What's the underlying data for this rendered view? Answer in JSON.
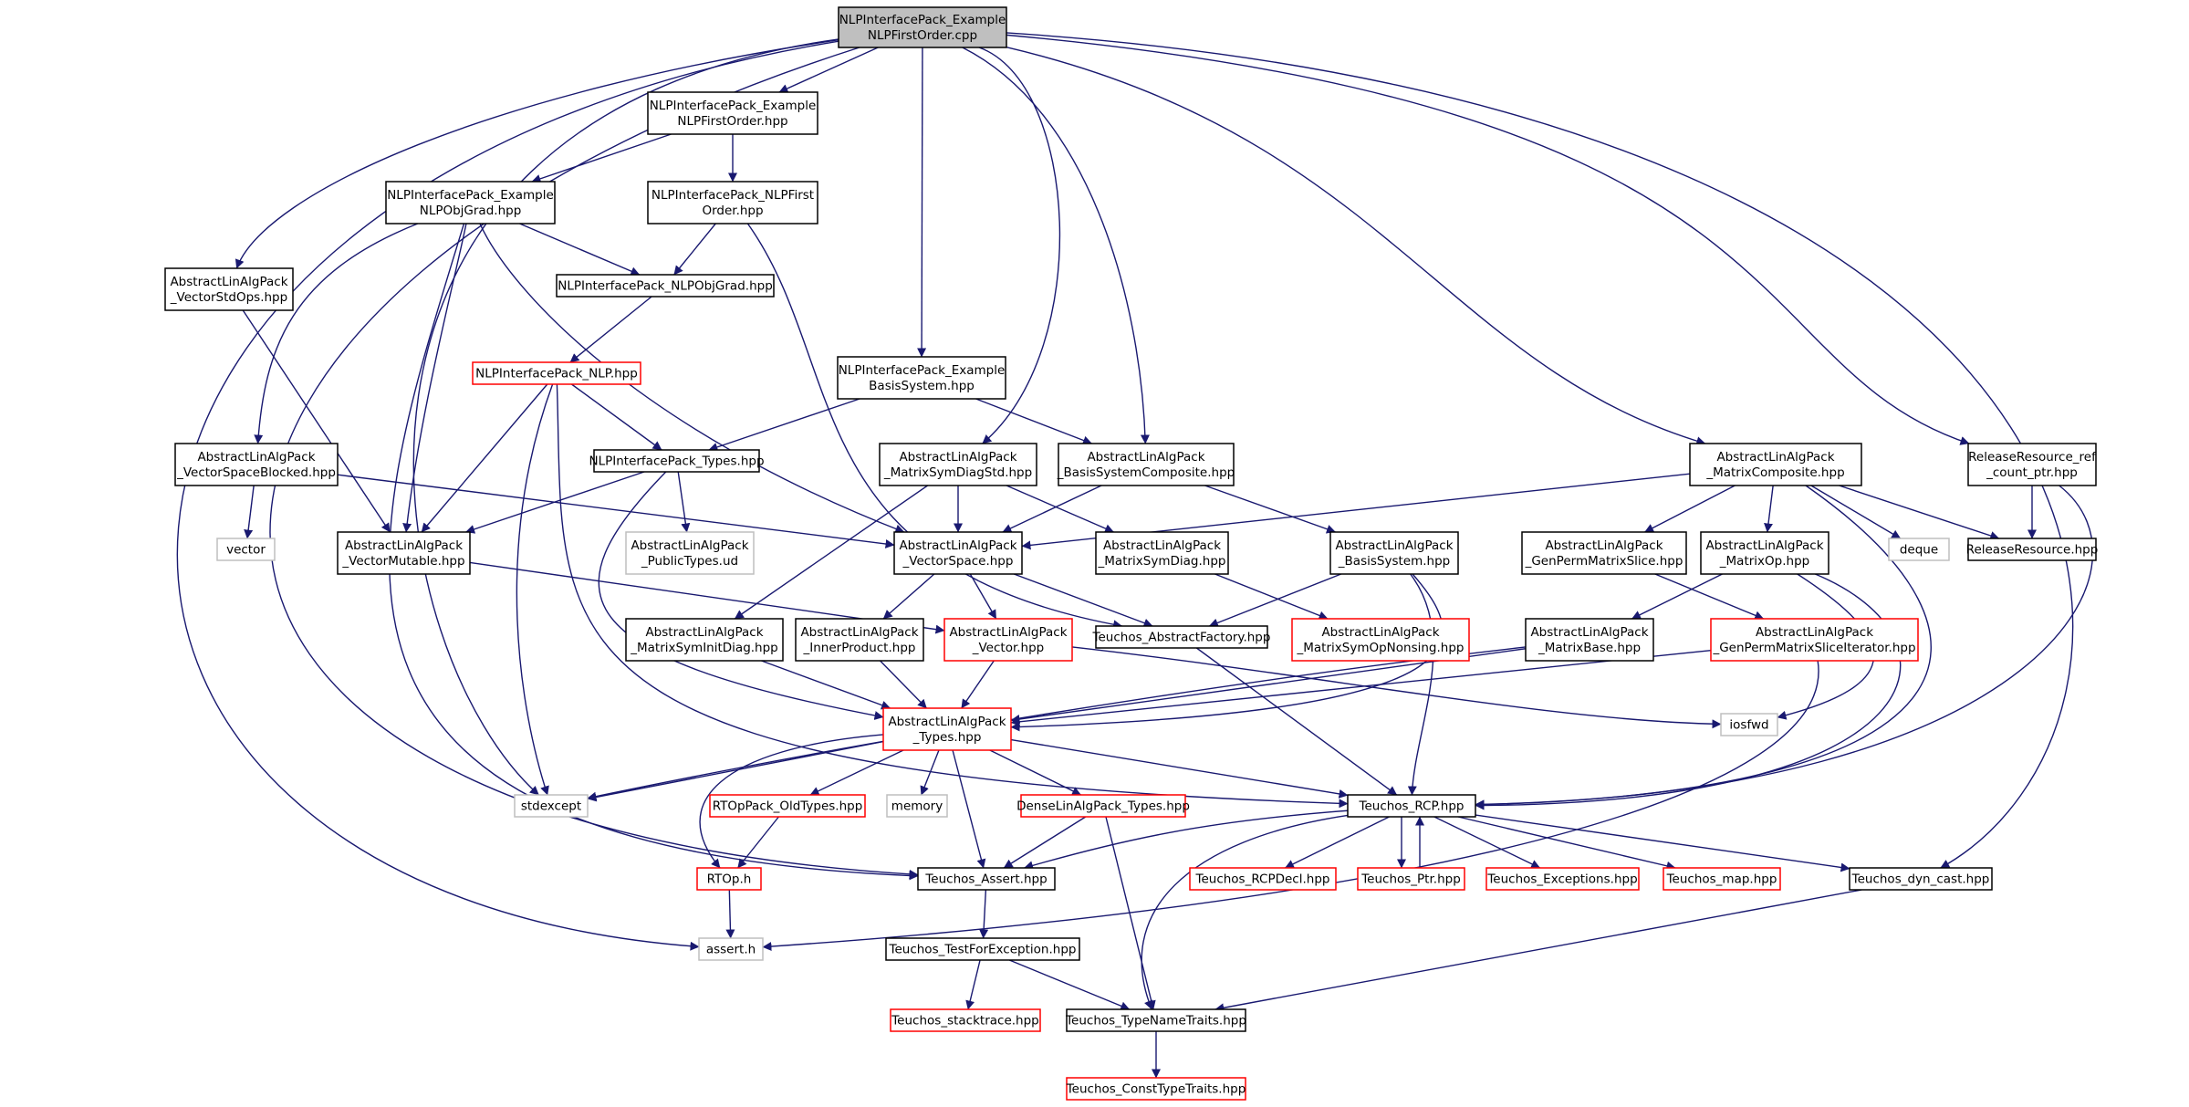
{
  "colors": {
    "edge": "#191970",
    "root_fill": "#bfbfbf",
    "border_default": "#000000",
    "border_red": "#ff0000",
    "border_gray": "#bfbfbf",
    "fill": "#ffffff"
  },
  "nodes": [
    {
      "id": "root",
      "lines": [
        "NLPInterfacePack_Example",
        "NLPFirstOrder.cpp"
      ],
      "kind": "root"
    },
    {
      "id": "exFirstHpp",
      "lines": [
        "NLPInterfacePack_Example",
        "NLPFirstOrder.hpp"
      ],
      "kind": "normal"
    },
    {
      "id": "exObjGrad",
      "lines": [
        "NLPInterfacePack_Example",
        "NLPObjGrad.hpp"
      ],
      "kind": "normal"
    },
    {
      "id": "nlpFirstOrder",
      "lines": [
        "NLPInterfacePack_NLPFirst",
        "Order.hpp"
      ],
      "kind": "normal"
    },
    {
      "id": "nlpObjGrad",
      "lines": [
        "NLPInterfacePack_NLPObjGrad.hpp"
      ],
      "kind": "normal"
    },
    {
      "id": "vecStdOps",
      "lines": [
        "AbstractLinAlgPack",
        "_VectorStdOps.hpp"
      ],
      "kind": "normal"
    },
    {
      "id": "nlpHpp",
      "lines": [
        "NLPInterfacePack_NLP.hpp"
      ],
      "kind": "red"
    },
    {
      "id": "exBasis",
      "lines": [
        "NLPInterfacePack_Example",
        "BasisSystem.hpp"
      ],
      "kind": "normal"
    },
    {
      "id": "vsBlocked",
      "lines": [
        "AbstractLinAlgPack",
        "_VectorSpaceBlocked.hpp"
      ],
      "kind": "normal"
    },
    {
      "id": "nlpTypes",
      "lines": [
        "NLPInterfacePack_Types.hpp"
      ],
      "kind": "normal"
    },
    {
      "id": "msdStd",
      "lines": [
        "AbstractLinAlgPack",
        "_MatrixSymDiagStd.hpp"
      ],
      "kind": "normal"
    },
    {
      "id": "bsComposite",
      "lines": [
        "AbstractLinAlgPack",
        "_BasisSystemComposite.hpp"
      ],
      "kind": "normal"
    },
    {
      "id": "matComposite",
      "lines": [
        "AbstractLinAlgPack",
        "_MatrixComposite.hpp"
      ],
      "kind": "normal"
    },
    {
      "id": "relRefCount",
      "lines": [
        "ReleaseResource_ref",
        "_count_ptr.hpp"
      ],
      "kind": "normal"
    },
    {
      "id": "vector",
      "lines": [
        "vector"
      ],
      "kind": "gray"
    },
    {
      "id": "vecMutable",
      "lines": [
        "AbstractLinAlgPack",
        "_VectorMutable.hpp"
      ],
      "kind": "normal"
    },
    {
      "id": "publicTypes",
      "lines": [
        "AbstractLinAlgPack",
        "_PublicTypes.ud"
      ],
      "kind": "gray"
    },
    {
      "id": "vecSpace",
      "lines": [
        "AbstractLinAlgPack",
        "_VectorSpace.hpp"
      ],
      "kind": "normal"
    },
    {
      "id": "msDiag",
      "lines": [
        "AbstractLinAlgPack",
        "_MatrixSymDiag.hpp"
      ],
      "kind": "normal"
    },
    {
      "id": "basisSys",
      "lines": [
        "AbstractLinAlgPack",
        "_BasisSystem.hpp"
      ],
      "kind": "normal"
    },
    {
      "id": "gpmSlice",
      "lines": [
        "AbstractLinAlgPack",
        "_GenPermMatrixSlice.hpp"
      ],
      "kind": "normal"
    },
    {
      "id": "matOp",
      "lines": [
        "AbstractLinAlgPack",
        "_MatrixOp.hpp"
      ],
      "kind": "normal"
    },
    {
      "id": "deque",
      "lines": [
        "deque"
      ],
      "kind": "gray"
    },
    {
      "id": "relResource",
      "lines": [
        "ReleaseResource.hpp"
      ],
      "kind": "normal"
    },
    {
      "id": "msInitDiag",
      "lines": [
        "AbstractLinAlgPack",
        "_MatrixSymInitDiag.hpp"
      ],
      "kind": "normal"
    },
    {
      "id": "innerProd",
      "lines": [
        "AbstractLinAlgPack",
        "_InnerProduct.hpp"
      ],
      "kind": "normal"
    },
    {
      "id": "vecHpp",
      "lines": [
        "AbstractLinAlgPack",
        "_Vector.hpp"
      ],
      "kind": "red"
    },
    {
      "id": "absFactory",
      "lines": [
        "Teuchos_AbstractFactory.hpp"
      ],
      "kind": "normal"
    },
    {
      "id": "msOpNonsing",
      "lines": [
        "AbstractLinAlgPack",
        "_MatrixSymOpNonsing.hpp"
      ],
      "kind": "red"
    },
    {
      "id": "matBase",
      "lines": [
        "AbstractLinAlgPack",
        "_MatrixBase.hpp"
      ],
      "kind": "normal"
    },
    {
      "id": "gpmSliceIter",
      "lines": [
        "AbstractLinAlgPack",
        "_GenPermMatrixSliceIterator.hpp"
      ],
      "kind": "red"
    },
    {
      "id": "alaTypes",
      "lines": [
        "AbstractLinAlgPack",
        "_Types.hpp"
      ],
      "kind": "red"
    },
    {
      "id": "iosfwd",
      "lines": [
        "iosfwd"
      ],
      "kind": "gray"
    },
    {
      "id": "stdexcept",
      "lines": [
        "stdexcept"
      ],
      "kind": "gray"
    },
    {
      "id": "rtOldTypes",
      "lines": [
        "RTOpPack_OldTypes.hpp"
      ],
      "kind": "red"
    },
    {
      "id": "memory",
      "lines": [
        "memory"
      ],
      "kind": "gray"
    },
    {
      "id": "dlaTypes",
      "lines": [
        "DenseLinAlgPack_Types.hpp"
      ],
      "kind": "red"
    },
    {
      "id": "rcp",
      "lines": [
        "Teuchos_RCP.hpp"
      ],
      "kind": "normal"
    },
    {
      "id": "rtop",
      "lines": [
        "RTOp.h"
      ],
      "kind": "red"
    },
    {
      "id": "assertHpp",
      "lines": [
        "Teuchos_Assert.hpp"
      ],
      "kind": "normal"
    },
    {
      "id": "rcpDecl",
      "lines": [
        "Teuchos_RCPDecl.hpp"
      ],
      "kind": "red"
    },
    {
      "id": "ptr",
      "lines": [
        "Teuchos_Ptr.hpp"
      ],
      "kind": "red"
    },
    {
      "id": "exceptions",
      "lines": [
        "Teuchos_Exceptions.hpp"
      ],
      "kind": "red"
    },
    {
      "id": "map",
      "lines": [
        "Teuchos_map.hpp"
      ],
      "kind": "red"
    },
    {
      "id": "dynCast",
      "lines": [
        "Teuchos_dyn_cast.hpp"
      ],
      "kind": "normal"
    },
    {
      "id": "assertH",
      "lines": [
        "assert.h"
      ],
      "kind": "gray"
    },
    {
      "id": "testForExc",
      "lines": [
        "Teuchos_TestForException.hpp"
      ],
      "kind": "normal"
    },
    {
      "id": "stacktrace",
      "lines": [
        "Teuchos_stacktrace.hpp"
      ],
      "kind": "red"
    },
    {
      "id": "typeNameTraits",
      "lines": [
        "Teuchos_TypeNameTraits.hpp"
      ],
      "kind": "normal"
    },
    {
      "id": "constTypeTraits",
      "lines": [
        "Teuchos_ConstTypeTraits.hpp"
      ],
      "kind": "red"
    }
  ],
  "edges": [
    [
      "root",
      "exFirstHpp"
    ],
    [
      "root",
      "vecStdOps"
    ],
    [
      "root",
      "exBasis"
    ],
    [
      "root",
      "bsComposite"
    ],
    [
      "root",
      "msdStd"
    ],
    [
      "root",
      "matComposite"
    ],
    [
      "root",
      "relRefCount"
    ],
    [
      "root",
      "stdexcept"
    ],
    [
      "root",
      "assertHpp"
    ],
    [
      "root",
      "assertH"
    ],
    [
      "root",
      "dynCast"
    ],
    [
      "exFirstHpp",
      "exObjGrad"
    ],
    [
      "exFirstHpp",
      "nlpFirstOrder"
    ],
    [
      "exObjGrad",
      "nlpObjGrad"
    ],
    [
      "exObjGrad",
      "vsBlocked"
    ],
    [
      "exObjGrad",
      "vecMutable"
    ],
    [
      "exObjGrad",
      "vecSpace"
    ],
    [
      "exObjGrad",
      "assertHpp"
    ],
    [
      "nlpFirstOrder",
      "nlpObjGrad"
    ],
    [
      "nlpFirstOrder",
      "absFactory"
    ],
    [
      "nlpObjGrad",
      "nlpHpp"
    ],
    [
      "vecStdOps",
      "vecMutable"
    ],
    [
      "nlpHpp",
      "nlpTypes"
    ],
    [
      "nlpHpp",
      "vecMutable"
    ],
    [
      "nlpHpp",
      "stdexcept"
    ],
    [
      "nlpHpp",
      "rcp"
    ],
    [
      "exBasis",
      "nlpTypes"
    ],
    [
      "exBasis",
      "bsComposite"
    ],
    [
      "vsBlocked",
      "vector"
    ],
    [
      "vsBlocked",
      "vecSpace"
    ],
    [
      "nlpTypes",
      "vecMutable"
    ],
    [
      "nlpTypes",
      "publicTypes"
    ],
    [
      "nlpTypes",
      "alaTypes"
    ],
    [
      "msdStd",
      "vecSpace"
    ],
    [
      "msdStd",
      "msDiag"
    ],
    [
      "msdStd",
      "msInitDiag"
    ],
    [
      "bsComposite",
      "vecSpace"
    ],
    [
      "bsComposite",
      "basisSys"
    ],
    [
      "matComposite",
      "vecSpace"
    ],
    [
      "matComposite",
      "gpmSlice"
    ],
    [
      "matComposite",
      "matOp"
    ],
    [
      "matComposite",
      "deque"
    ],
    [
      "matComposite",
      "relResource"
    ],
    [
      "matComposite",
      "rcp"
    ],
    [
      "relRefCount",
      "relResource"
    ],
    [
      "relRefCount",
      "rcp"
    ],
    [
      "vecMutable",
      "vecHpp"
    ],
    [
      "vecSpace",
      "vecHpp"
    ],
    [
      "vecSpace",
      "innerProd"
    ],
    [
      "vecSpace",
      "absFactory"
    ],
    [
      "msDiag",
      "msOpNonsing"
    ],
    [
      "basisSys",
      "absFactory"
    ],
    [
      "basisSys",
      "alaTypes"
    ],
    [
      "basisSys",
      "rcp"
    ],
    [
      "gpmSlice",
      "gpmSliceIter"
    ],
    [
      "matOp",
      "matBase"
    ],
    [
      "matOp",
      "iosfwd"
    ],
    [
      "matOp",
      "rcp"
    ],
    [
      "msInitDiag",
      "alaTypes"
    ],
    [
      "innerProd",
      "alaTypes"
    ],
    [
      "vecHpp",
      "alaTypes"
    ],
    [
      "vecHpp",
      "iosfwd"
    ],
    [
      "absFactory",
      "rcp"
    ],
    [
      "matBase",
      "alaTypes"
    ],
    [
      "matBase",
      "stdexcept"
    ],
    [
      "gpmSliceIter",
      "alaTypes"
    ],
    [
      "gpmSliceIter",
      "assertH"
    ],
    [
      "alaTypes",
      "stdexcept"
    ],
    [
      "alaTypes",
      "rtOldTypes"
    ],
    [
      "alaTypes",
      "memory"
    ],
    [
      "alaTypes",
      "dlaTypes"
    ],
    [
      "alaTypes",
      "rcp"
    ],
    [
      "alaTypes",
      "rtop"
    ],
    [
      "alaTypes",
      "assertHpp"
    ],
    [
      "rtOldTypes",
      "rtop"
    ],
    [
      "dlaTypes",
      "assertHpp"
    ],
    [
      "dlaTypes",
      "typeNameTraits"
    ],
    [
      "rcp",
      "rcpDecl"
    ],
    [
      "rcp",
      "ptr"
    ],
    [
      "rcp",
      "exceptions"
    ],
    [
      "rcp",
      "map"
    ],
    [
      "rcp",
      "dynCast"
    ],
    [
      "rcp",
      "assertHpp"
    ],
    [
      "rcp",
      "typeNameTraits"
    ],
    [
      "ptr",
      "rcp"
    ],
    [
      "rtop",
      "assertH"
    ],
    [
      "assertHpp",
      "testForExc"
    ],
    [
      "dynCast",
      "typeNameTraits"
    ],
    [
      "testForExc",
      "stacktrace"
    ],
    [
      "testForExc",
      "typeNameTraits"
    ],
    [
      "typeNameTraits",
      "constTypeTraits"
    ]
  ]
}
